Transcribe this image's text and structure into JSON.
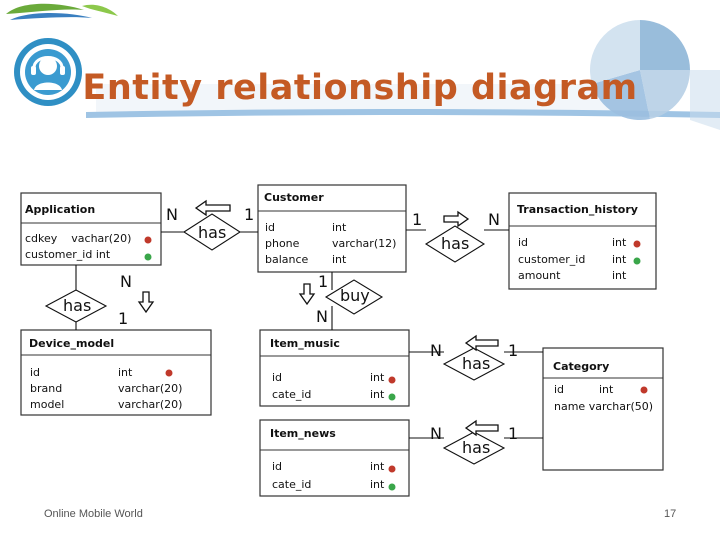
{
  "title": "Entity relationship diagram",
  "footer": {
    "left": "Online Mobile World",
    "page": "17"
  },
  "colors": {
    "title": "#c45a24",
    "key_dot": "#c0392b",
    "field_dot": "#3aa64a",
    "header_green": "#5aa13a"
  },
  "entities": {
    "application": {
      "name": "Application",
      "rows": [
        "cdkey    vachar(20)",
        "customer_id int"
      ]
    },
    "customer": {
      "name": "Customer",
      "rows": [
        [
          "id",
          "int"
        ],
        [
          "phone",
          "varchar(12)"
        ],
        [
          "balance",
          "int"
        ]
      ]
    },
    "transaction_history": {
      "name": "Transaction_history",
      "rows": [
        [
          "id",
          "int"
        ],
        [
          "customer_id",
          "int"
        ],
        [
          "amount",
          "int"
        ]
      ]
    },
    "device_model": {
      "name": "Device_model",
      "rows": [
        [
          "id",
          "int"
        ],
        [
          "brand",
          "varchar(20)"
        ],
        [
          "model",
          "varchar(20)"
        ]
      ]
    },
    "item_music": {
      "name": "Item_music",
      "rows": [
        [
          "id",
          "int"
        ],
        [
          "cate_id",
          "int"
        ]
      ]
    },
    "item_news": {
      "name": "Item_news",
      "rows": [
        [
          "id",
          "int"
        ],
        [
          "cate_id",
          "int"
        ]
      ]
    },
    "category": {
      "name": "Category",
      "rows": [
        "id          int",
        "name varchar(50)"
      ]
    }
  },
  "relationships": {
    "app_customer": {
      "label": "has",
      "card_left": "N",
      "card_right": "1"
    },
    "customer_transaction": {
      "label": "has",
      "card_left": "1",
      "card_right": "N"
    },
    "app_device": {
      "label": "has",
      "card_top": "N",
      "card_bottom": "1"
    },
    "customer_music": {
      "label": "buy",
      "card_top": "1",
      "card_bottom": "N"
    },
    "music_category": {
      "label": "has",
      "card_left": "N",
      "card_right": "1"
    },
    "news_category": {
      "label": "has",
      "card_left": "N",
      "card_right": "1"
    }
  }
}
